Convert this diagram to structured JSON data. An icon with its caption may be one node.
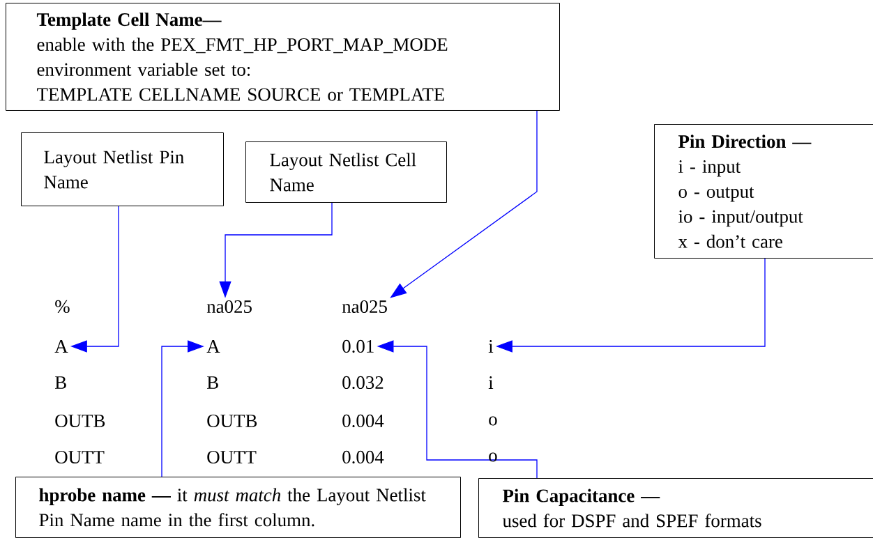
{
  "diagram": {
    "nodes": [
      {
        "text": [
          "Template Cell Name—",
          "enable with the PEX_FMT_HP_PORT_MAP_MODE environment variable set to:",
          "TEMPLATE CELLNAME SOURCE or TEMPLATE"
        ]
      },
      {
        "text": [
          "Layout Netlist Pin Name"
        ]
      },
      {
        "text": [
          "Layout Netlist Cell Name"
        ]
      },
      {
        "text": [
          "Pin Direction —",
          "i - input",
          "o - output",
          "io - input/output",
          "x - don’t care"
        ]
      },
      {
        "text": [
          "na025"
        ]
      },
      {
        "text": [
          "na025"
        ]
      },
      {
        "text": [
          "A"
        ]
      },
      {
        "text": [
          "A"
        ]
      },
      {
        "text": [
          "0.01"
        ]
      },
      {
        "text": [
          "i"
        ]
      },
      {
        "text": [
          "**hprobe name —** it *must match* the Layout Netlist Pin Name name in the first column."
        ]
      },
      {
        "text": [
          "Pin Capacitance —",
          "used for DSPF and SPEF formats"
        ]
      }
    ],
    "edges": [
      {
        "from": 0,
        "to": 5,
        "arrow": "to"
      },
      {
        "from": 1,
        "to": 6,
        "arrow": "to"
      },
      {
        "from": 2,
        "to": 4,
        "arrow": "to"
      },
      {
        "from": 3,
        "to": 9,
        "arrow": "to"
      },
      {
        "from": 10,
        "to": 7,
        "arrow": "to"
      },
      {
        "from": 11,
        "to": 8,
        "arrow": "to"
      }
    ],
    "labels": [
      "%",
      "B",
      "B",
      "0.032",
      "i",
      "OUTB",
      "OUTB",
      "0.004",
      "o",
      "OUTT",
      "OUTT",
      "0.004",
      "o"
    ]
  }
}
